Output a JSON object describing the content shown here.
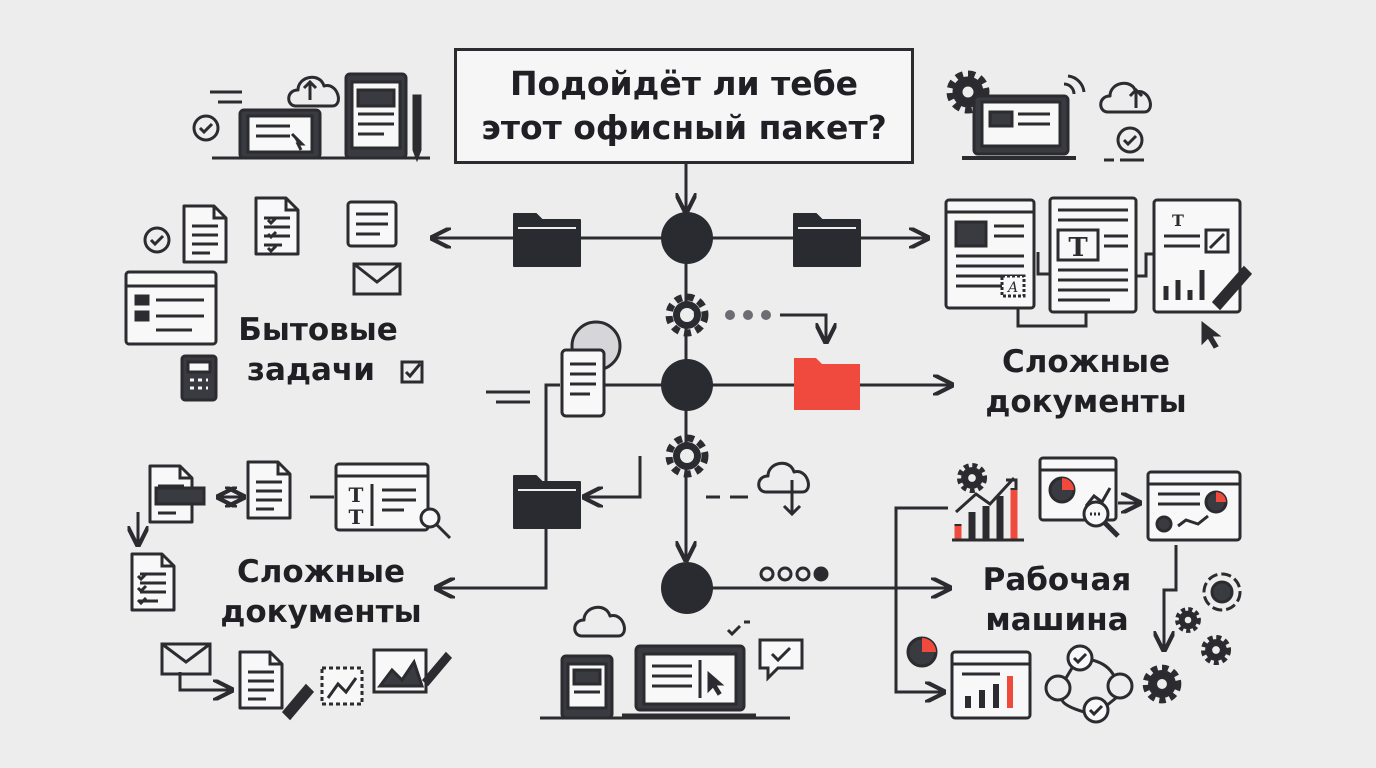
{
  "title": {
    "line1": "Подойдёт ли тебе",
    "line2": "этот офисный пакет?"
  },
  "labels": {
    "household": {
      "line1": "Бытовые",
      "line2": "задачи"
    },
    "complex_right": {
      "line1": "Сложные",
      "line2": "документы"
    },
    "complex_left": {
      "line1": "Сложные",
      "line2": "документы"
    },
    "workstation": {
      "line1": "Рабочая",
      "line2": "машина"
    }
  },
  "colors": {
    "ink": "#2b2b30",
    "node": "#2a2b31",
    "accent": "#f04a3e",
    "background": "#ededee"
  },
  "icons": [
    "folder-icon",
    "gear-check-icon",
    "cloud-icon",
    "document-icon",
    "checklist-icon",
    "envelope-icon",
    "calculator-icon",
    "laptop-icon",
    "tablet-icon",
    "bar-chart-icon",
    "pie-chart-icon",
    "magnifier-icon",
    "pen-icon",
    "cursor-icon"
  ]
}
